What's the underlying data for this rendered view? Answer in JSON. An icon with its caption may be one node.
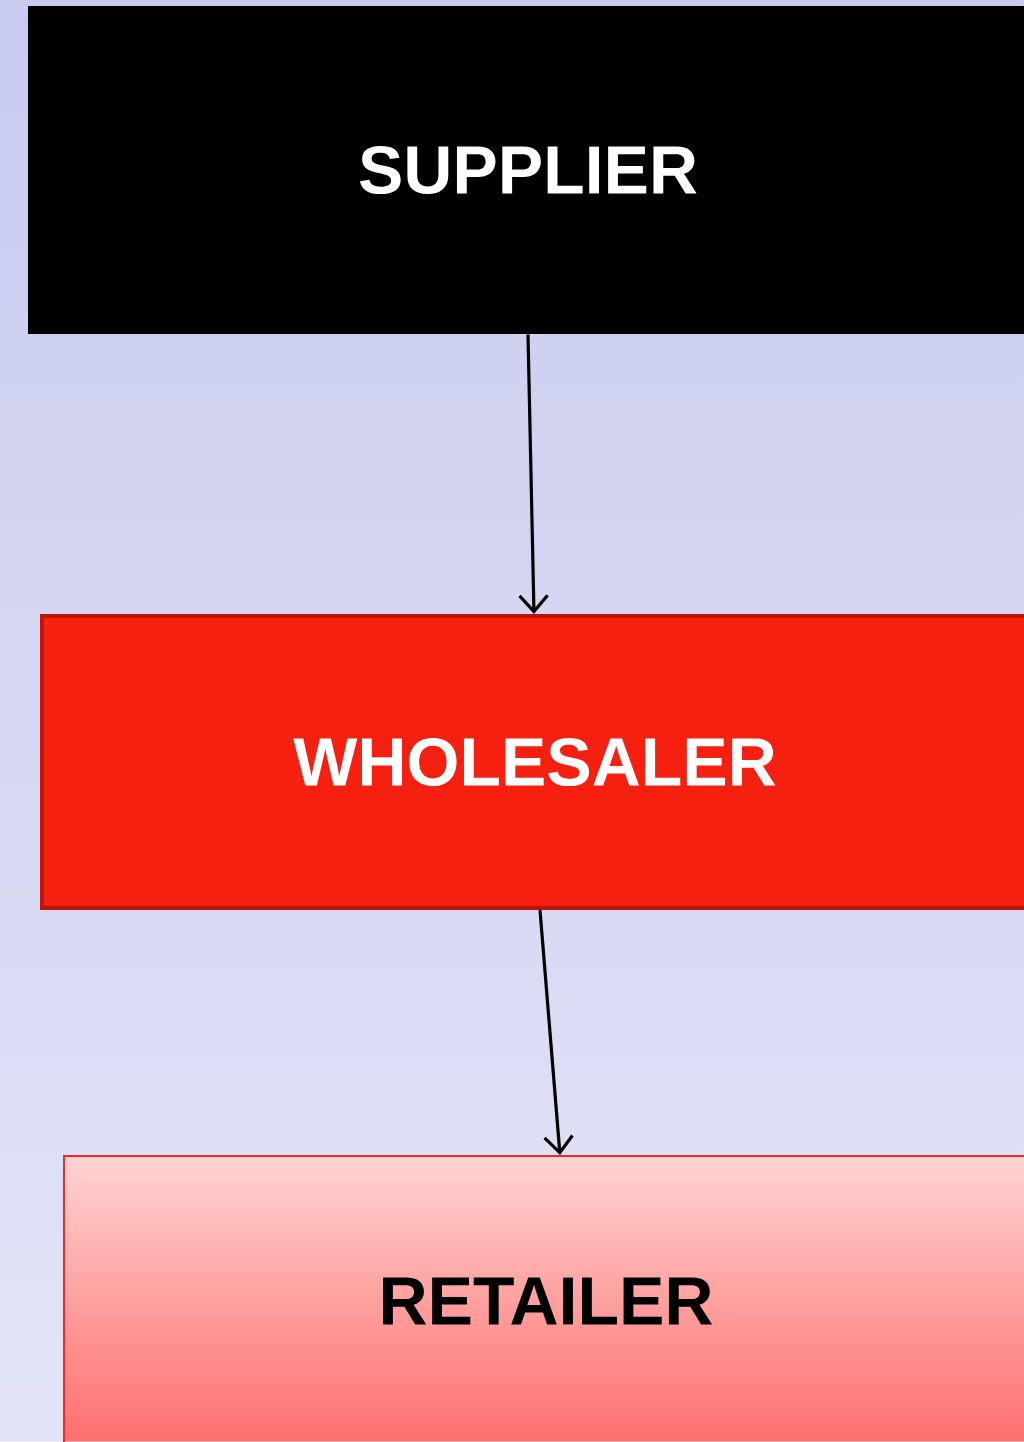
{
  "diagram": {
    "nodes": [
      {
        "text": [
          "SUPPLIER"
        ]
      },
      {
        "text": [
          "WHOLESALER"
        ]
      },
      {
        "text": [
          "RETAILER"
        ]
      }
    ],
    "edges": [
      {
        "from": 0,
        "to": 1,
        "arrow": "to"
      },
      {
        "from": 1,
        "to": 2,
        "arrow": "to"
      }
    ]
  }
}
